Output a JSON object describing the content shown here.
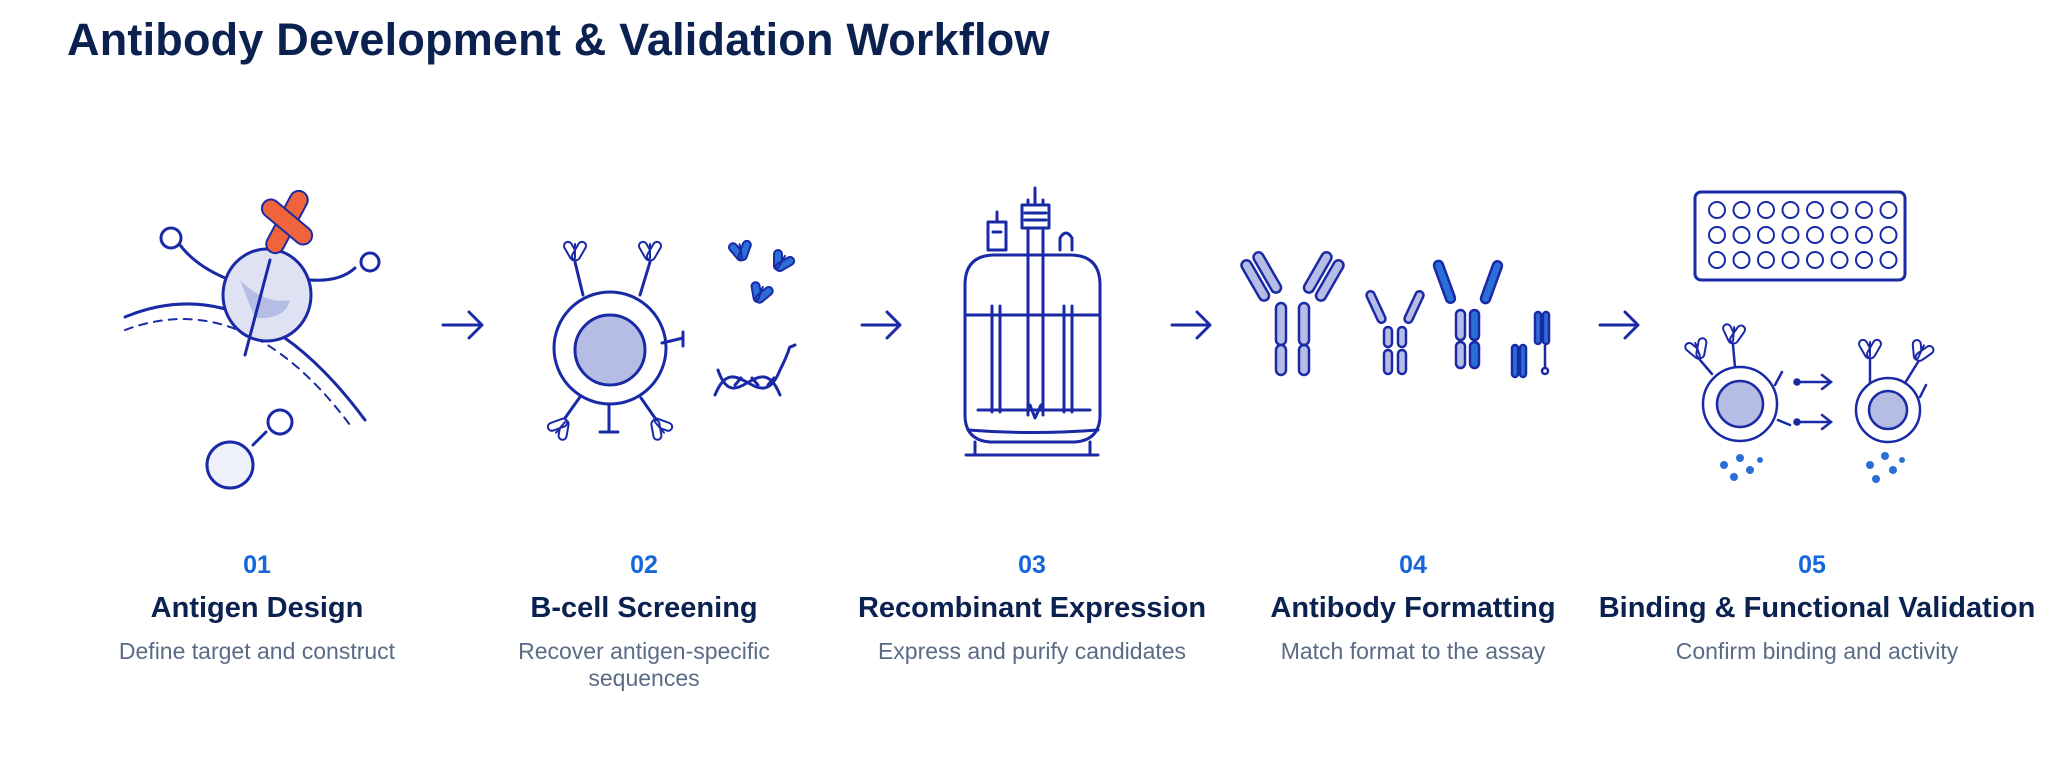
{
  "page_title": "Antibody Development & Validation Workflow",
  "colors": {
    "navy": "#0b2150",
    "accent_blue": "#1466d9",
    "muted_text": "#5a6b86",
    "line_blue": "#1a2aa6",
    "cell_fill": "#b6bde4",
    "antigen_orange": "#f0643c"
  },
  "steps": [
    {
      "num": "01",
      "title": "Antigen Design",
      "desc": "Define target and construct",
      "illustration": "antigen-membrane-icon"
    },
    {
      "num": "02",
      "title": "B-cell Screening",
      "desc": "Recover antigen-specific sequences",
      "illustration": "b-cell-icon"
    },
    {
      "num": "03",
      "title": "Recombinant Expression",
      "desc": "Express and purify candidates",
      "illustration": "bioreactor-icon"
    },
    {
      "num": "04",
      "title": "Antibody Formatting",
      "desc": "Match format to the assay",
      "illustration": "antibody-formats-icon"
    },
    {
      "num": "05",
      "title": "Binding & Functional Validation",
      "desc": "Confirm binding and activity",
      "illustration": "plate-assay-icon"
    }
  ],
  "connector_icon": "arrow-right-icon"
}
